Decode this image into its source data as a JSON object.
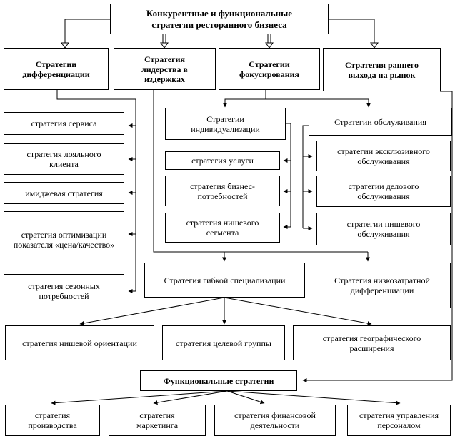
{
  "title": "Конкурентные и функциональные стратегии ресторанного бизнеса",
  "level1": {
    "differentiation": "Стратегии дифференциации",
    "cost_leadership": "Стратегия лидерства в издержках",
    "focusing": "Стратегии фокусирования",
    "early_entry": "Стратегия раннего выхода на рынок"
  },
  "differentiation_items": [
    "стратегия сервиса",
    "стратегия лояльного клиента",
    "имиджевая стратегия",
    "стратегия оптимизации показателя «цена/качество»",
    "стратегия сезонных потребностей"
  ],
  "focusing": {
    "individualization": "Стратегии индивидуализации",
    "service": "Стратегии обслуживания",
    "individualization_items": [
      "стратегия услуги",
      "стратегия бизнес-потребностей",
      "стратегия нишевого сегмента"
    ],
    "service_items": [
      "стратегии эксклюзивного обслуживания",
      "стратегии делового обслуживания",
      "стратегии нишевого обслуживания"
    ]
  },
  "flexible": "Стратегия гибкой специализации",
  "low_cost": "Стратегия низкозатратной дифференциации",
  "flexible_items": [
    "стратегия нишевой ориентации",
    "стратегия целевой группы",
    "стратегия географического расширения"
  ],
  "functional": "Функциональные стратегии",
  "functional_items": [
    "стратегия производства",
    "стратегия маркетинга",
    "стратегия финансовой деятельности",
    "стратегия управления персоналом"
  ]
}
